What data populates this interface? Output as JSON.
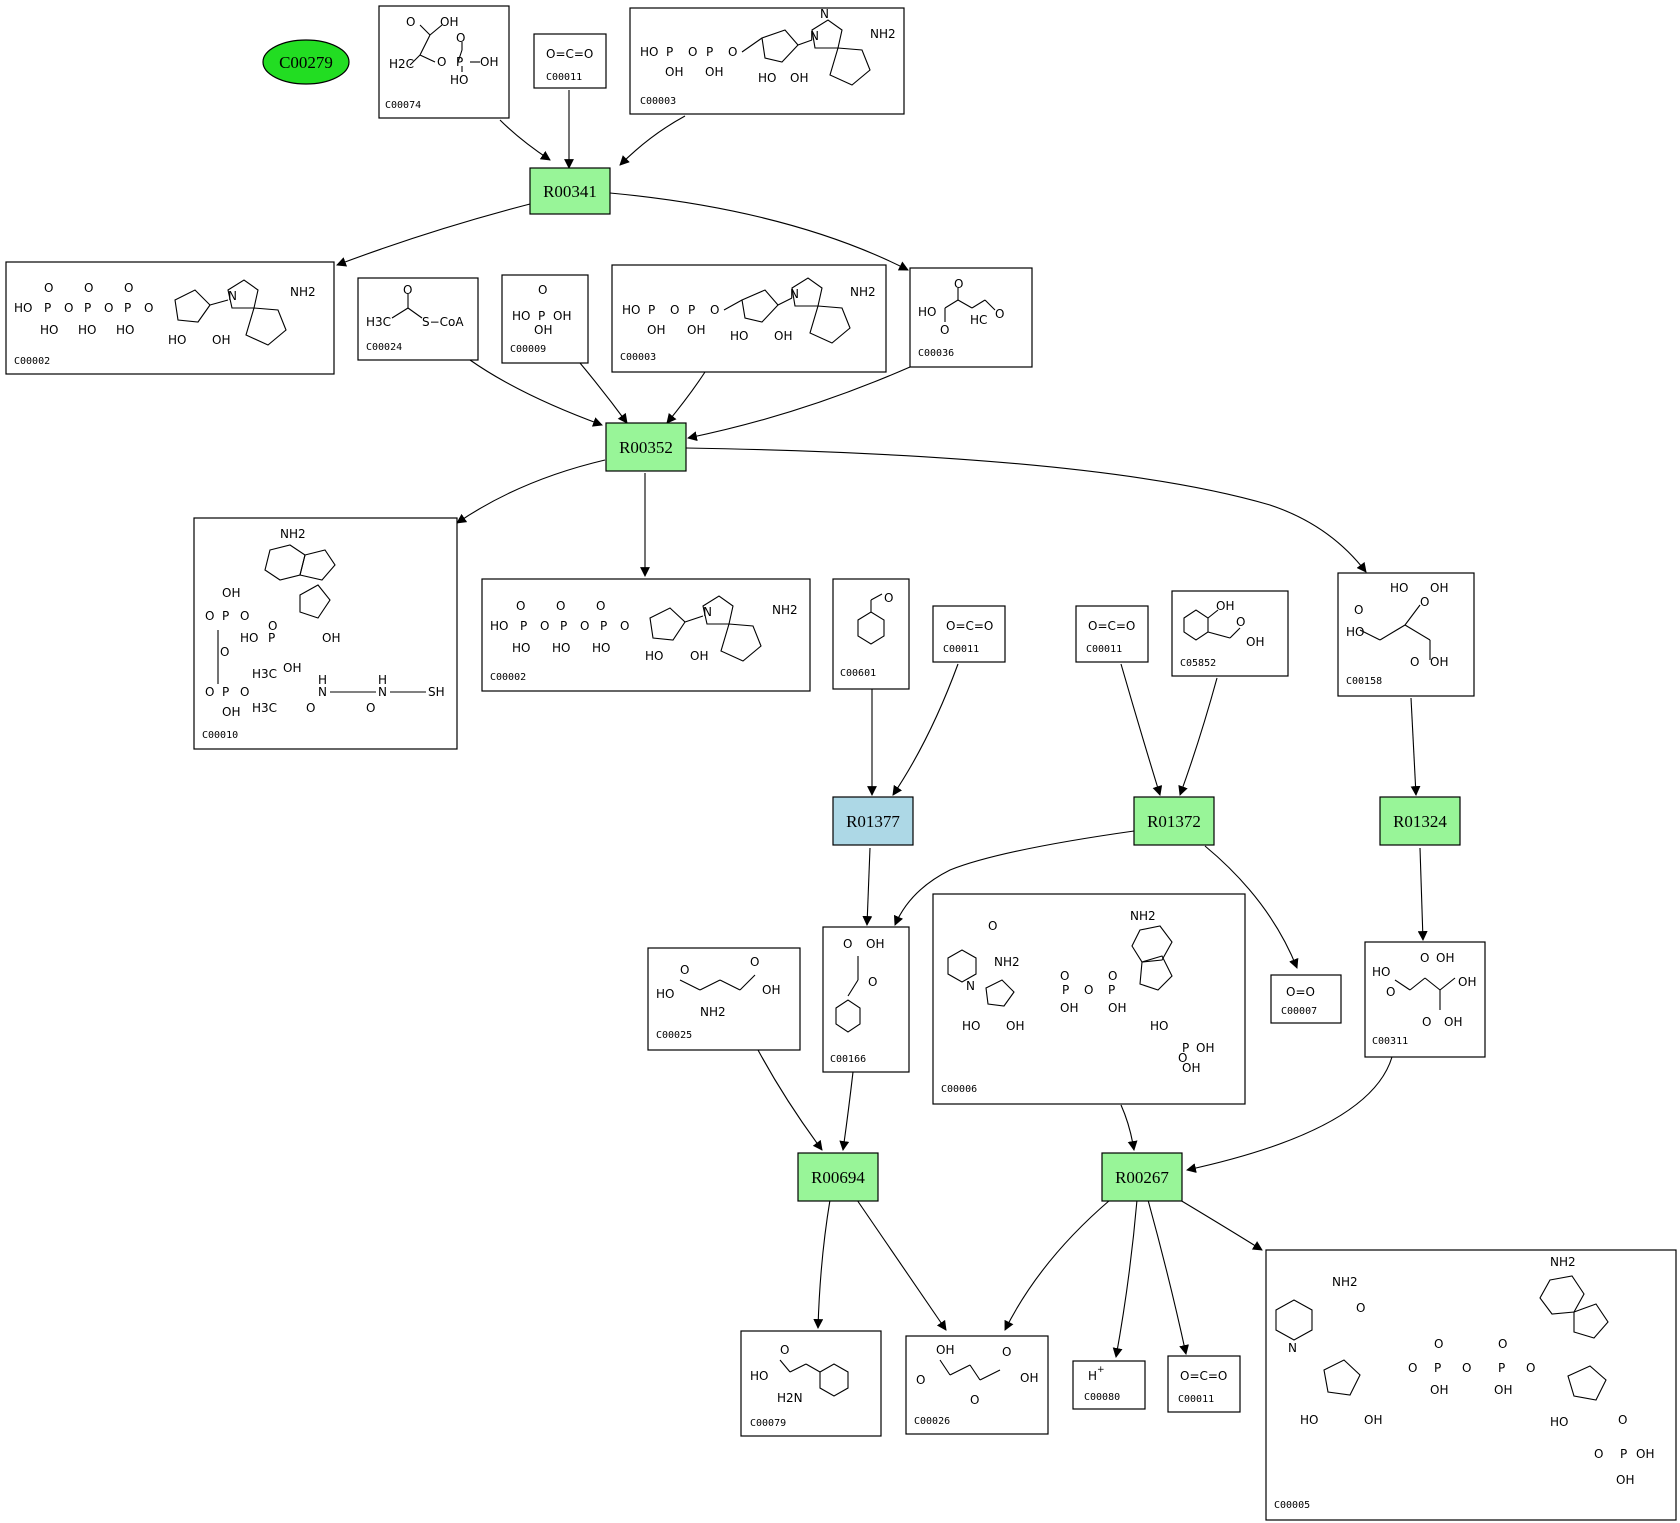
{
  "start_node": {
    "label": "C00279",
    "color": "#22dd22"
  },
  "colors": {
    "reaction": "#98f598",
    "reaction_alt": "#add8e6",
    "start": "#22dd22"
  },
  "compounds": {
    "C00074": "C00074",
    "C00011a": "C00011",
    "C00003a": "C00003",
    "C00002a": "C00002",
    "C00024": "C00024",
    "C00009": "C00009",
    "C00003b": "C00003",
    "C00036": "C00036",
    "C00010": "C00010",
    "C00002b": "C00002",
    "C00601": "C00601",
    "C00011b": "C00011",
    "C00011c": "C00011",
    "C05852": "C05852",
    "C00158": "C00158",
    "C00166": "C00166",
    "C00025": "C00025",
    "C00006": "C00006",
    "C00007": "C00007",
    "C00311": "C00311",
    "C00079": "C00079",
    "C00026": "C00026",
    "C00080": "C00080",
    "C00011d": "C00011",
    "C00005": "C00005"
  },
  "reactions": {
    "R00341": "R00341",
    "R00352": "R00352",
    "R01377": "R01377",
    "R01372": "R01372",
    "R01324": "R01324",
    "R00694": "R00694",
    "R00267": "R00267"
  },
  "atoms": {
    "OH": "OH",
    "HO": "HO",
    "O": "O",
    "P": "P",
    "N": "N",
    "NH2": "NH2",
    "H2C": "H2C",
    "H3C": "H3C",
    "H2N": "H2N",
    "SCoA": "S−CoA",
    "SH": "SH",
    "H": "H",
    "plus": "+",
    "HC": "HC",
    "O2": "O=O",
    "CO2": "O=C=O"
  }
}
